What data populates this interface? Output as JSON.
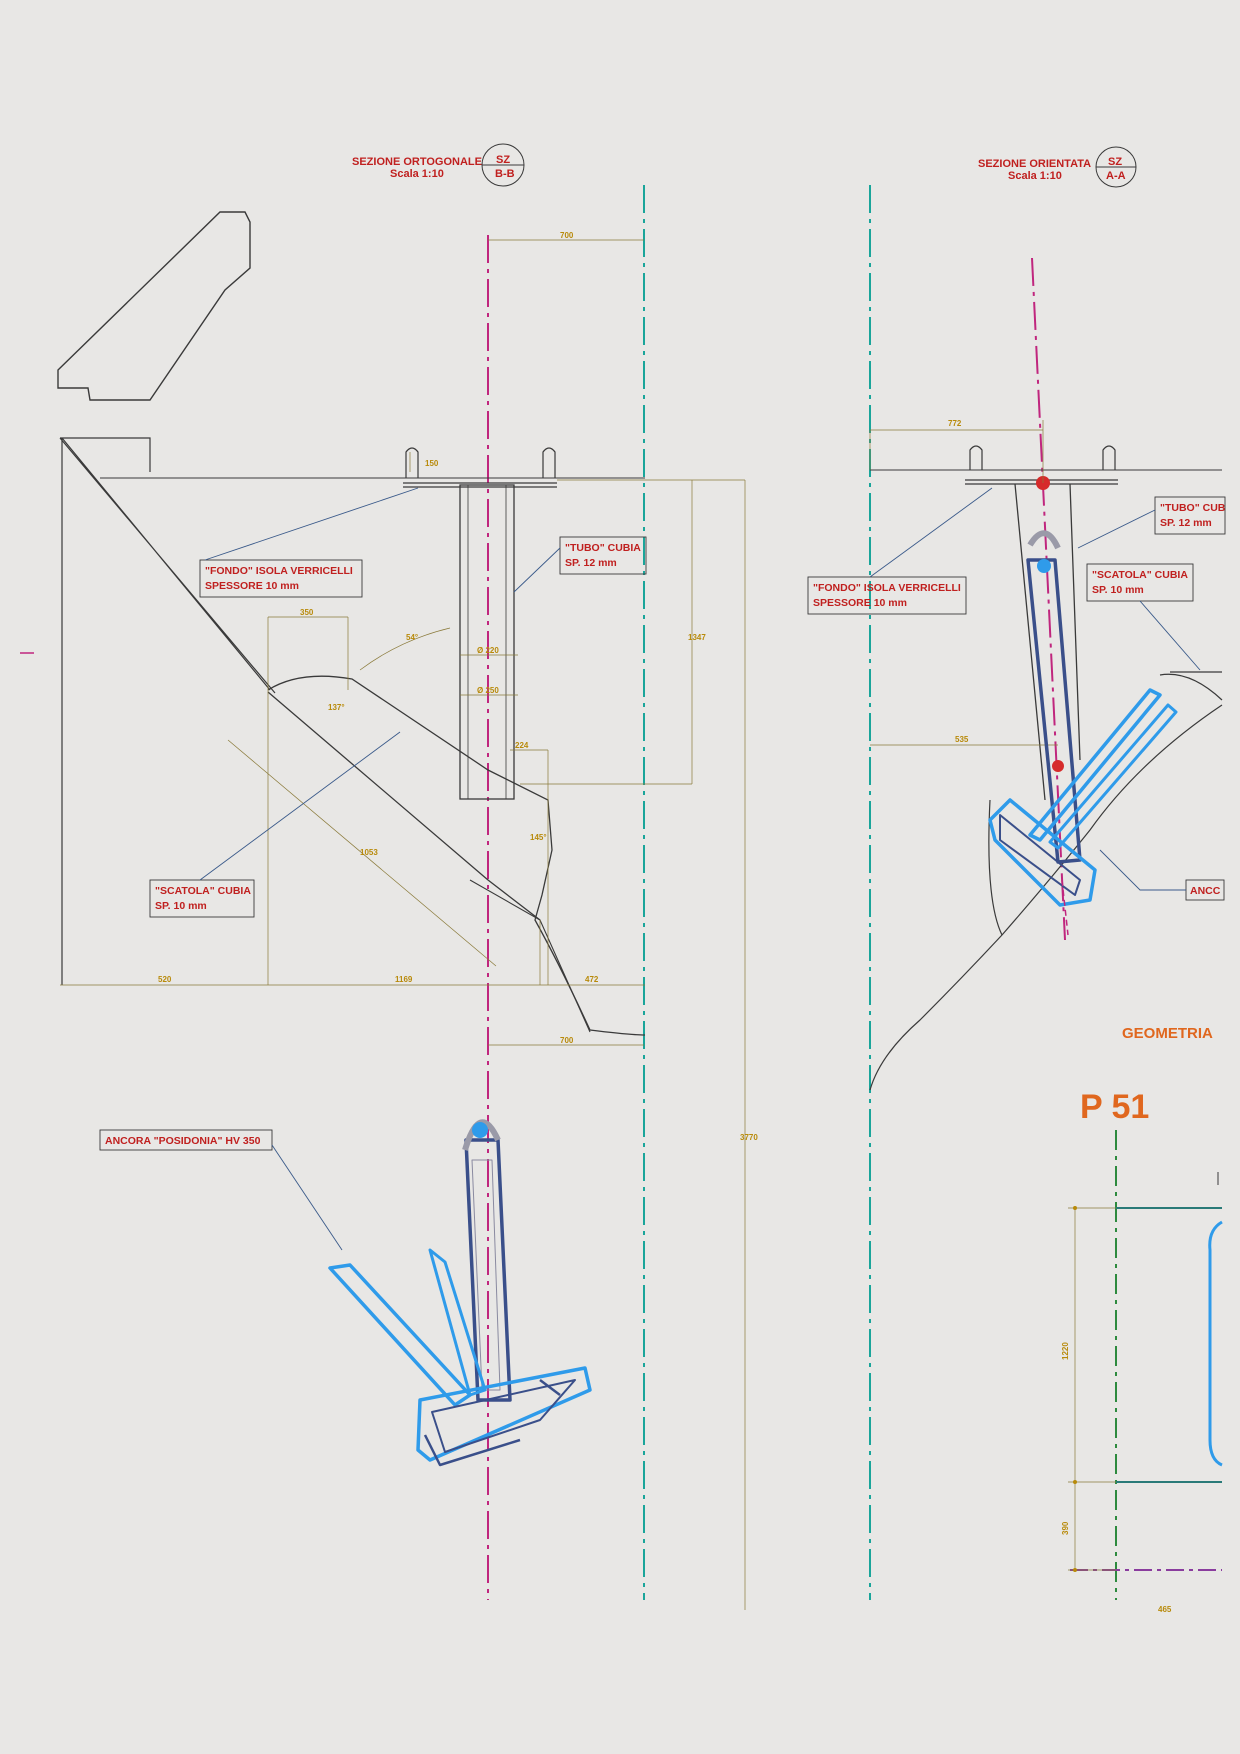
{
  "section_bb": {
    "title": "SEZIONE ORTOGONALE",
    "scale": "Scala  1:10",
    "tag_top": "SZ",
    "tag_bottom": "B-B"
  },
  "section_aa": {
    "title": "SEZIONE ORIENTATA",
    "scale": "Scala  1:10",
    "tag_top": "SZ",
    "tag_bottom": "A-A"
  },
  "labels_bb": {
    "fondo_line1": "\"FONDO\" ISOLA VERRICELLI",
    "fondo_line2": "SPESSORE  10 mm",
    "tubo_line1": "\"TUBO\" CUBIA",
    "tubo_line2": "SP. 12 mm",
    "scatola_line1": "\"SCATOLA\" CUBIA",
    "scatola_line2": "SP. 10 mm",
    "ancora": "ANCORA  \"POSIDONIA\" HV 350"
  },
  "labels_aa": {
    "fondo_line1": "\"FONDO\" ISOLA VERRICELLI",
    "fondo_line2": "SPESSORE  10 mm",
    "tubo_line1": "\"TUBO\" CUB",
    "tubo_line2": "SP. 12 mm",
    "scatola_line1": "\"SCATOLA\" CUBIA",
    "scatola_line2": "SP. 10 mm",
    "ancora": "ANCC"
  },
  "dimensions_bb": {
    "top_700": "700",
    "bottom_700": "700",
    "h_150": "150",
    "w_350": "350",
    "angle_54": "54°",
    "angle_137": "137°",
    "dia_220": "Ø 220",
    "dia_250": "Ø 250",
    "w_224": "224",
    "h_1347": "1347",
    "diag_1053": "1053",
    "angle_145": "145°",
    "base_520": "520",
    "base_1169": "1169",
    "base_472": "472",
    "total_3770": "3770"
  },
  "dimensions_aa": {
    "w_772": "772",
    "w_535": "535"
  },
  "geometry": {
    "heading": "GEOMETRIA",
    "code": "P 51",
    "dim_1220": "1220",
    "dim_390": "390",
    "dim_465": "465"
  },
  "colors": {
    "paper": "#e8e7e5",
    "outline": "#3a3a3a",
    "title_red": "#c0201f",
    "dim_gold": "#b88a0a",
    "anchor_blue": "#2f9bea",
    "anchor_dark": "#3a4f8a",
    "axis_magenta": "#c0267e",
    "axis_teal": "#1aa59a",
    "orange": "#e0671e",
    "green": "#2d8a3e",
    "purple": "#8a3c9e"
  }
}
